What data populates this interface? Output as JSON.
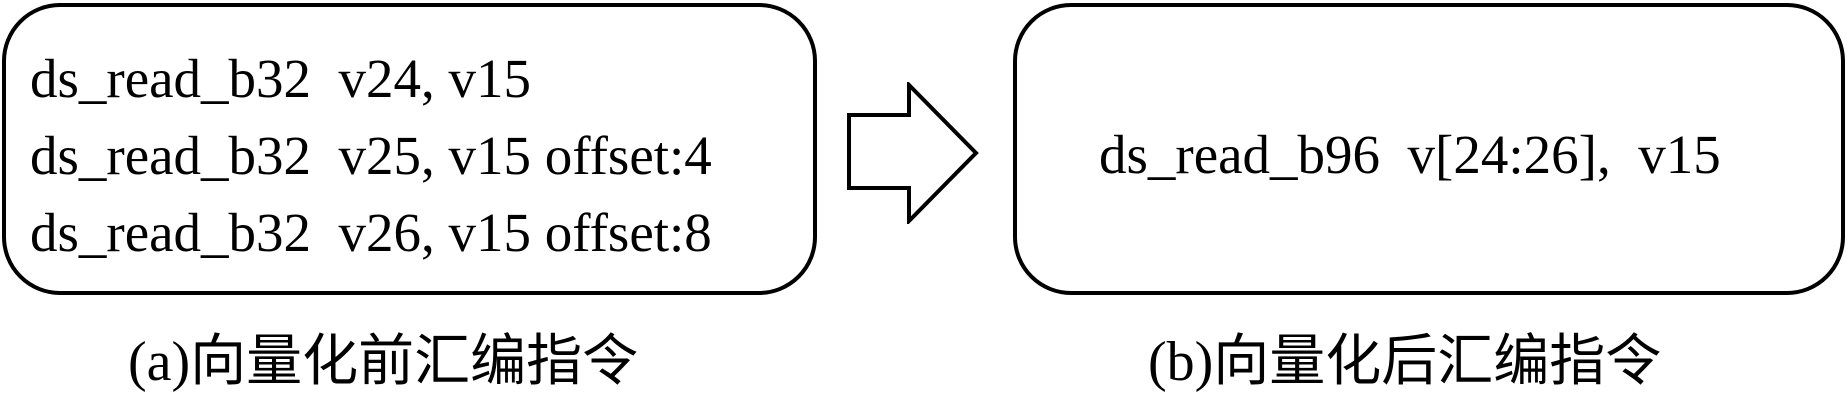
{
  "before": {
    "lines": [
      "ds_read_b32  v24, v15",
      "ds_read_b32  v25, v15 offset:4",
      "ds_read_b32  v26, v15 offset:8"
    ],
    "caption": "(a)向量化前汇编指令"
  },
  "after": {
    "line": "ds_read_b96  v[24:26],  v15",
    "caption": "(b)向量化后汇编指令"
  },
  "icons": {
    "transform_arrow": "right-arrow-icon"
  },
  "colors": {
    "stroke": "#000000",
    "background": "#ffffff"
  }
}
